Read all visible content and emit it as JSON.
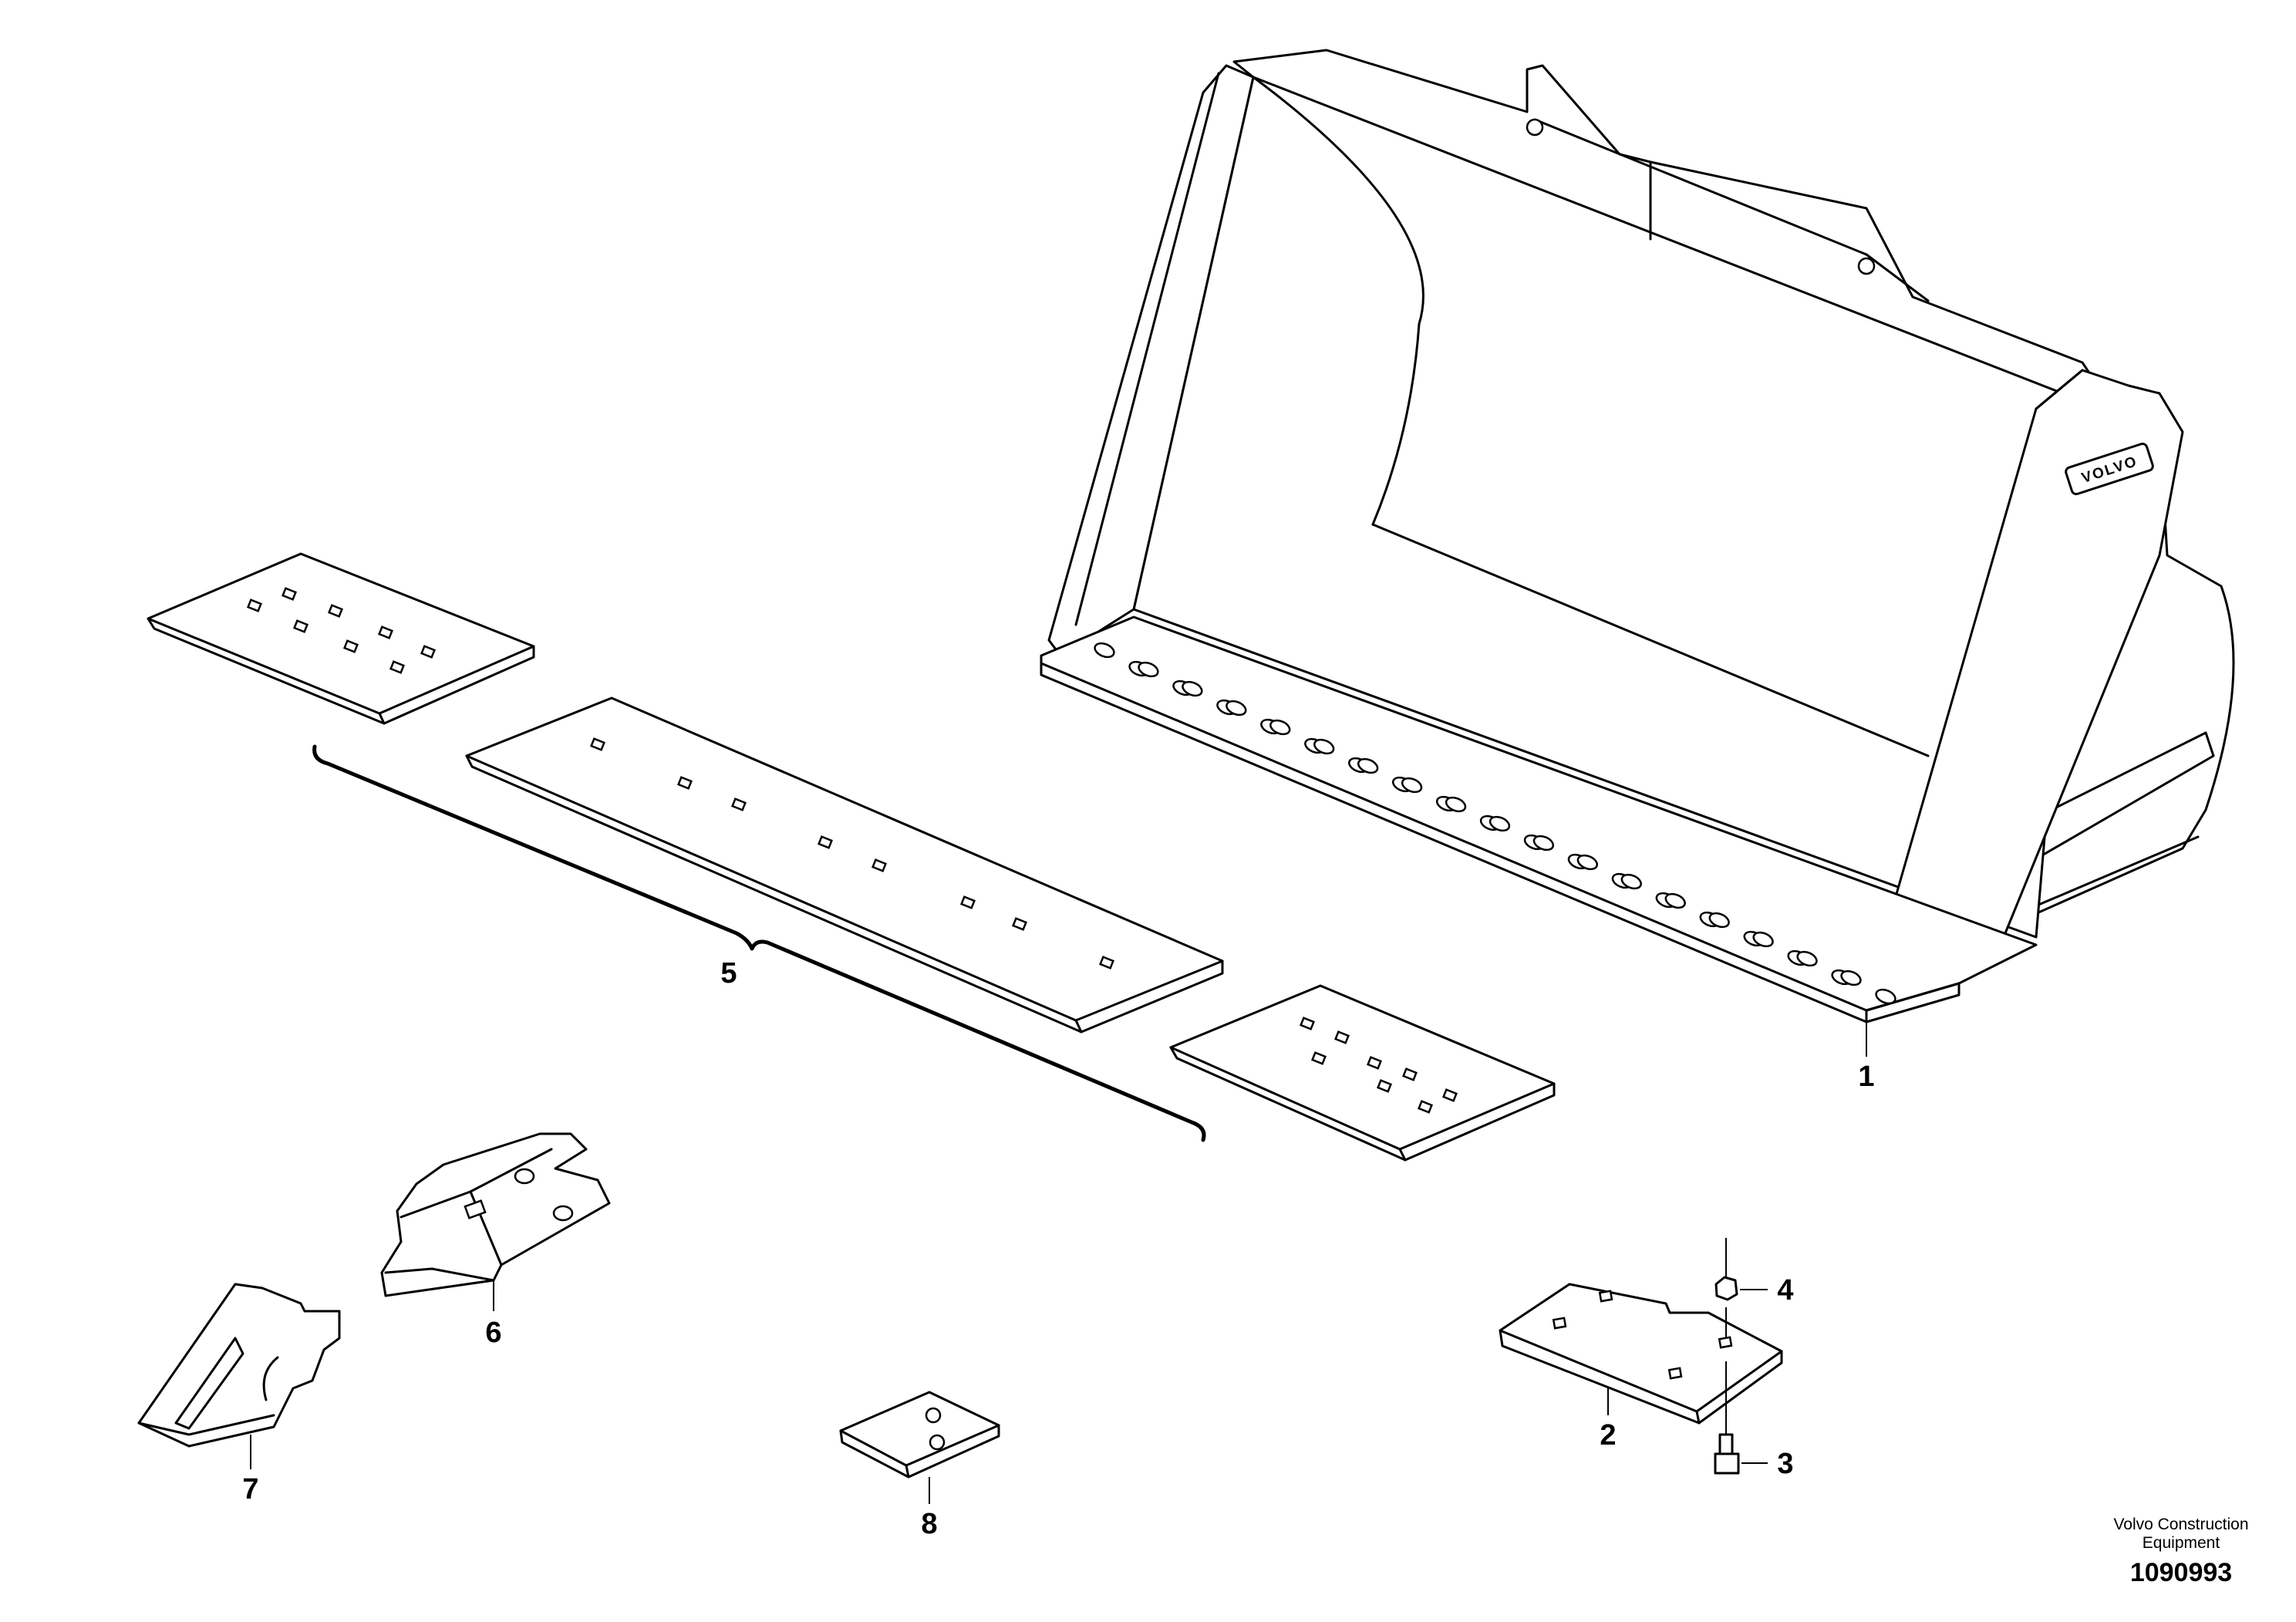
{
  "diagram": {
    "logo_text": "VOLVO",
    "callouts": {
      "bucket": "1",
      "wear_plate": "2",
      "bolt": "3",
      "nut": "4",
      "cutting_edge_set": "5",
      "tooth_adapter": "6",
      "tooth": "7",
      "spacer_plate": "8"
    },
    "credit_line1": "Volvo Construction",
    "credit_line2": "Equipment",
    "document_number": "1090993"
  }
}
